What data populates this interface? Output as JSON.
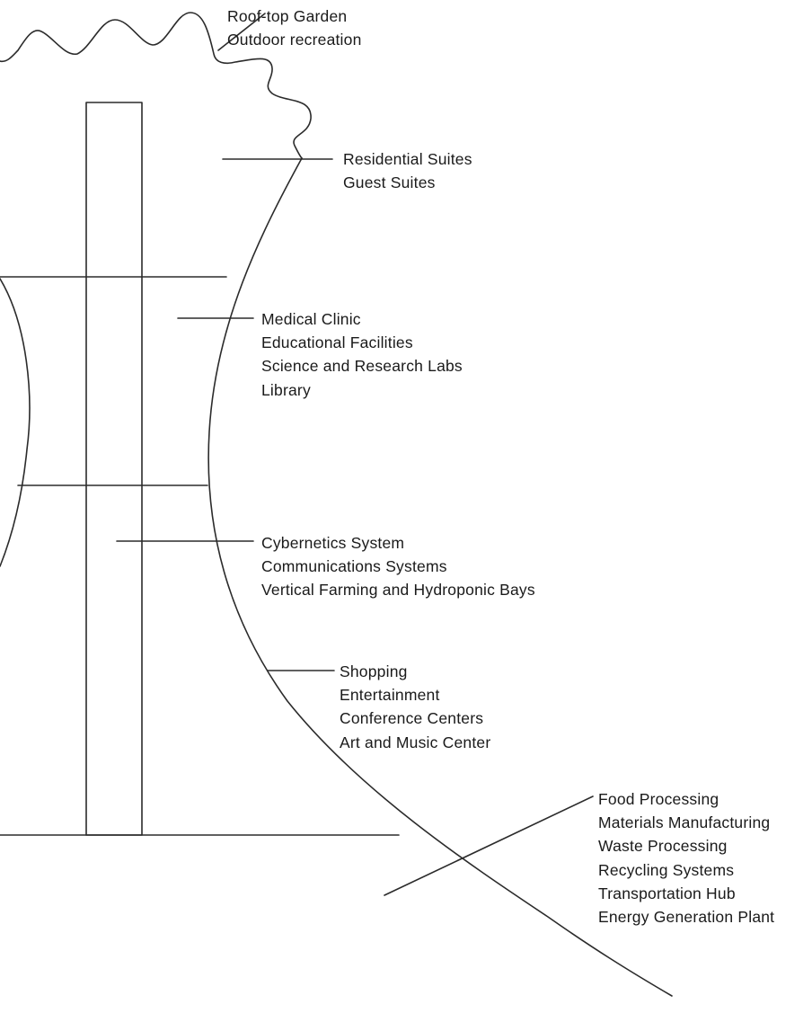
{
  "diagram": {
    "line_color": "#2b2b2b",
    "text_color": "#1a1a1a",
    "background": "#ffffff",
    "label_groups": [
      {
        "id": "roof",
        "lines": [
          "Roof-top Garden",
          "Outdoor recreation"
        ]
      },
      {
        "id": "residential",
        "lines": [
          "Residential Suites",
          "Guest Suites"
        ]
      },
      {
        "id": "medical",
        "lines": [
          "Medical Clinic",
          "Educational Facilities",
          "Science and Research Labs",
          "Library"
        ]
      },
      {
        "id": "cyber",
        "lines": [
          "Cybernetics System",
          "Communications Systems",
          "Vertical Farming and Hydroponic Bays"
        ]
      },
      {
        "id": "shopping",
        "lines": [
          "Shopping",
          "Entertainment",
          "Conference Centers",
          "Art and Music Center"
        ]
      },
      {
        "id": "industry",
        "lines": [
          "Food Processing",
          "Materials Manufacturing",
          "Waste Processing",
          "Recycling Systems",
          "Transportation Hub",
          "Energy Generation Plant"
        ]
      }
    ]
  }
}
